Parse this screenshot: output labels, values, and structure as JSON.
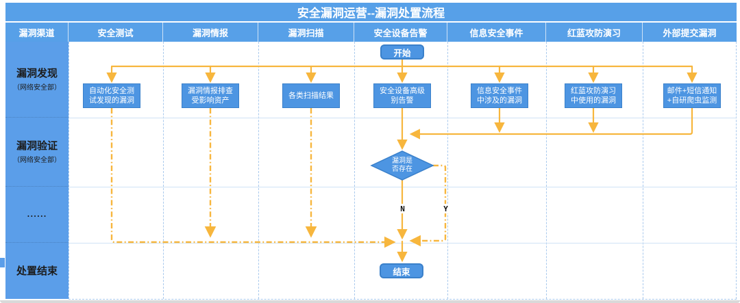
{
  "title": "安全漏洞运营--漏洞处置流程",
  "columns": [
    {
      "label": "漏洞渠道"
    },
    {
      "label": "安全测试"
    },
    {
      "label": "漏洞情报"
    },
    {
      "label": "漏洞扫描"
    },
    {
      "label": "安全设备告警"
    },
    {
      "label": "信息安全事件"
    },
    {
      "label": "红蓝攻防演习"
    },
    {
      "label": "外部提交漏洞"
    }
  ],
  "rows": [
    {
      "label": "漏洞发现",
      "sub": "（网络安全部）"
    },
    {
      "label": "漏洞验证",
      "sub": "（网络安全部）"
    },
    {
      "label": "......",
      "sub": ""
    },
    {
      "label": "处置结束",
      "sub": ""
    }
  ],
  "flow": {
    "start": "开始",
    "end": "结束",
    "decision": "漏洞是\n否存在",
    "branch_no": "N",
    "branch_yes": "Y",
    "boxes": [
      {
        "label": "自动化安全测\n试发现的漏洞"
      },
      {
        "label": "漏洞情报排查\n受影响资产"
      },
      {
        "label": "各类扫描结果"
      },
      {
        "label": "安全设备高级\n别告警"
      },
      {
        "label": "信息安全事件\n中涉及的漏洞"
      },
      {
        "label": "红蓝攻防演习\n中使用的漏洞"
      },
      {
        "label": "邮件+短信通知\n+自研爬虫监测"
      }
    ]
  },
  "colors": {
    "header_blue": "#57a0e8",
    "lane_blue": "#5b9ee9",
    "node_blue": "#4d95e2",
    "node_border": "#3a80ca",
    "arrow_orange": "#f7b63d",
    "grid_blue": "#a9c9ed",
    "row_divider": "#cfe2f5",
    "lane_text": "#1c1c1c",
    "node_text": "#ffffff"
  }
}
